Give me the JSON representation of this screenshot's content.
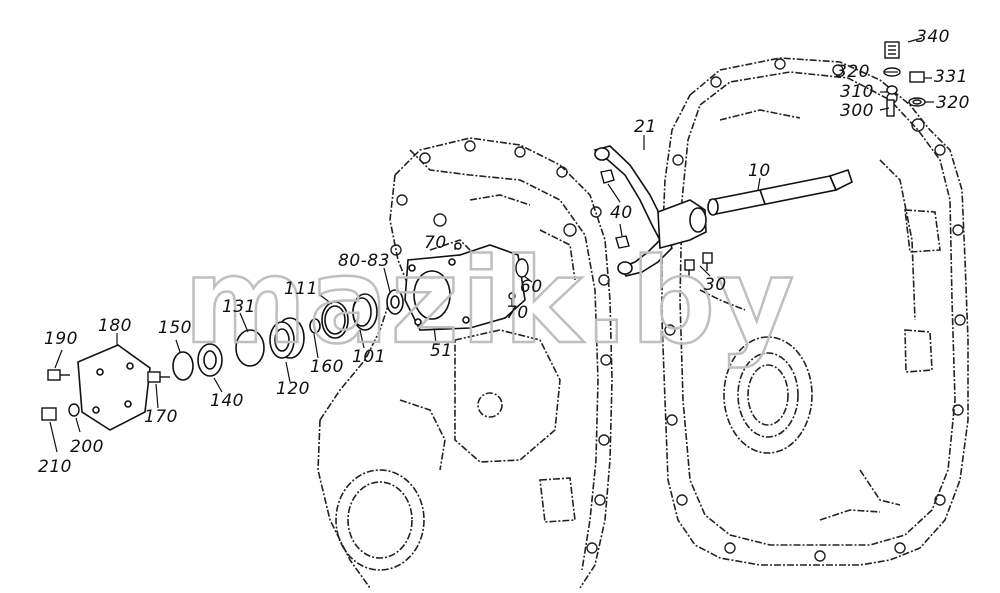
{
  "watermark": {
    "text": "mazik.by",
    "color": "#bfbfbf"
  },
  "callouts": [
    {
      "id": "c340",
      "text": "340"
    },
    {
      "id": "c320a",
      "text": "320"
    },
    {
      "id": "c331",
      "text": "331"
    },
    {
      "id": "c310",
      "text": "310"
    },
    {
      "id": "c300",
      "text": "300"
    },
    {
      "id": "c320b",
      "text": "320"
    },
    {
      "id": "c21",
      "text": "21"
    },
    {
      "id": "c10",
      "text": "10"
    },
    {
      "id": "c40",
      "text": "40"
    },
    {
      "id": "c70a",
      "text": "70"
    },
    {
      "id": "c80",
      "text": "80-83"
    },
    {
      "id": "c60",
      "text": "60"
    },
    {
      "id": "c30",
      "text": "30"
    },
    {
      "id": "c70b",
      "text": "70"
    },
    {
      "id": "c111",
      "text": "111"
    },
    {
      "id": "c131",
      "text": "131"
    },
    {
      "id": "c180",
      "text": "180"
    },
    {
      "id": "c150",
      "text": "150"
    },
    {
      "id": "c190",
      "text": "190"
    },
    {
      "id": "c160",
      "text": "160"
    },
    {
      "id": "c101",
      "text": "101"
    },
    {
      "id": "c51",
      "text": "51"
    },
    {
      "id": "c120",
      "text": "120"
    },
    {
      "id": "c140",
      "text": "140"
    },
    {
      "id": "c170",
      "text": "170"
    },
    {
      "id": "c200",
      "text": "200"
    },
    {
      "id": "c210",
      "text": "210"
    }
  ]
}
